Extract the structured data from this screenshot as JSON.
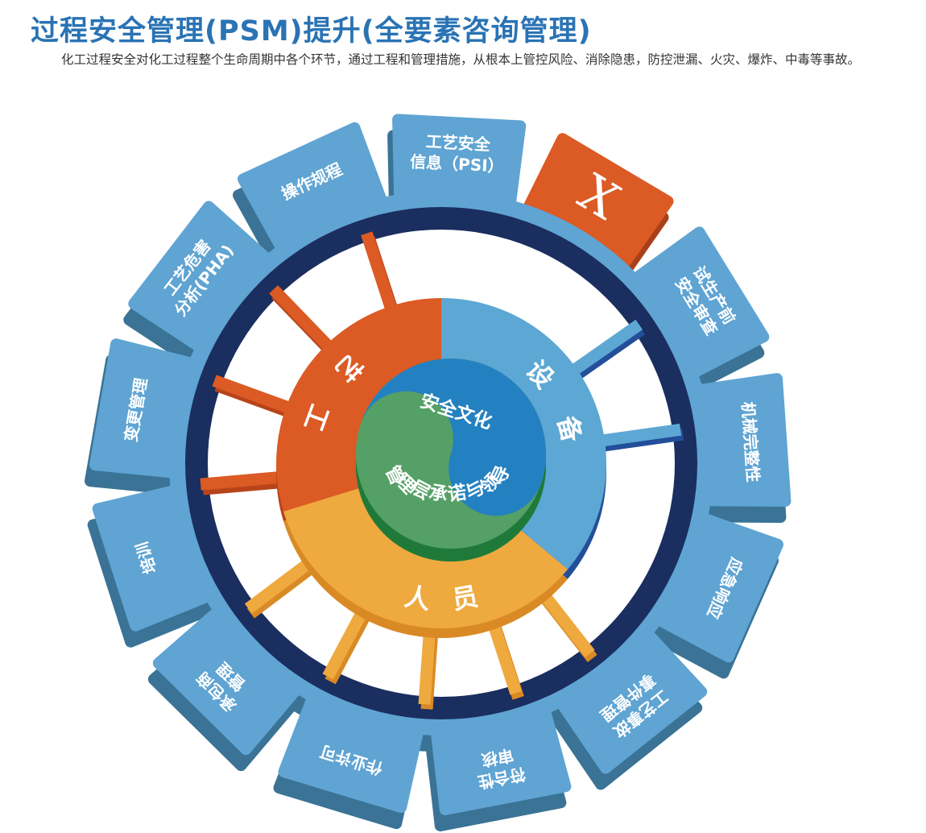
{
  "header": {
    "title": "过程安全管理(PSM)提升(全要素咨询管理)",
    "description": "化工过程安全对化工过程整个生命周期中各个环节，通过工程和管理措施，从根本上管控风险、消除隐患，防控泄漏、火灾、爆炸、中毒等事故。"
  },
  "gear": {
    "teeth": [
      {
        "lines": [
          "工艺安全",
          "信息（PSI）"
        ],
        "color": "#5fa4d3",
        "highlight": false
      },
      {
        "lines": [
          "X"
        ],
        "color": "#dc5a24",
        "highlight": true
      },
      {
        "lines": [
          "试生产前",
          "安全审查"
        ],
        "color": "#5fa4d3",
        "highlight": false
      },
      {
        "lines": [
          "机械完整性"
        ],
        "color": "#5fa4d3",
        "highlight": false
      },
      {
        "lines": [
          "应急响应"
        ],
        "color": "#5fa4d3",
        "highlight": false
      },
      {
        "lines": [
          "工艺事故",
          "事件管理"
        ],
        "color": "#5fa4d3",
        "highlight": false
      },
      {
        "lines": [
          "符合性",
          "审核"
        ],
        "color": "#5fa4d3",
        "highlight": false
      },
      {
        "lines": [
          "作业许可"
        ],
        "color": "#5fa4d3",
        "highlight": false
      },
      {
        "lines": [
          "承包商",
          "管理"
        ],
        "color": "#5fa4d3",
        "highlight": false
      },
      {
        "lines": [
          "培训"
        ],
        "color": "#5fa4d3",
        "highlight": false
      },
      {
        "lines": [
          "变更管理"
        ],
        "color": "#5fa4d3",
        "highlight": false
      },
      {
        "lines": [
          "工艺危害",
          "分析(PHA)"
        ],
        "color": "#5fa4d3",
        "highlight": false
      },
      {
        "lines": [
          "操作规程"
        ],
        "color": "#5fa4d3",
        "highlight": false
      }
    ],
    "sectors": [
      {
        "label": "工艺",
        "color": "#dc5a24"
      },
      {
        "label": "设备",
        "color": "#5da7d4"
      },
      {
        "label": "人员",
        "color": "#eea93f"
      }
    ],
    "core": {
      "top_label": "安全文化",
      "bottom_label": "管理层承诺与领导",
      "top_color": "#2481c1",
      "bottom_color": "#55a066"
    },
    "colors": {
      "ring_dark": "#1a2e5f",
      "gear_body": "#5fa4d3",
      "gear_shadow": "#3a7396"
    }
  }
}
